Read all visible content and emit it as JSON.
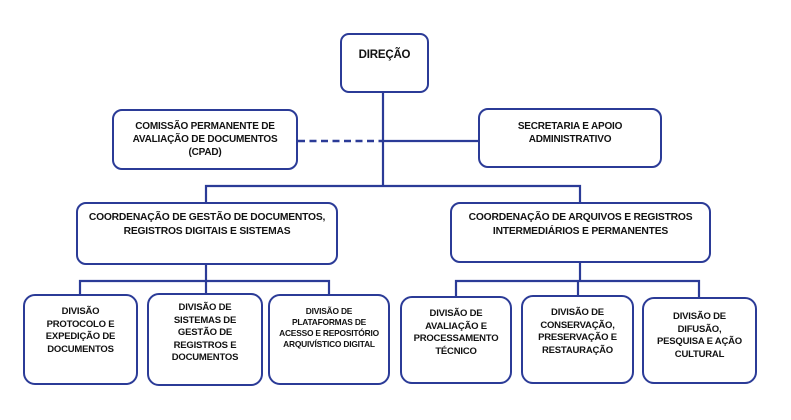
{
  "diagram": {
    "type": "org-chart",
    "description": "Organograma de arquivo: Direção e unidades subordinadas"
  },
  "colors": {
    "accent": "#2b3b97",
    "text": "#121212",
    "background": "#ffffff"
  },
  "nodes": {
    "direcao": {
      "label": "DIREÇÃO",
      "lines": [
        "DIREÇÃO"
      ]
    },
    "cpad": {
      "label": "COMISSÃO PERMANENTE DE AVALIAÇÃO DE DOCUMENTOS (CPAD)",
      "lines": [
        "COMISSÃO PERMANENTE DE",
        "AVALIAÇÃO DE DOCUMENTOS",
        "(CPAD)"
      ]
    },
    "secretaria": {
      "label": "SECRETARIA E APOIO ADMINISTRATIVO",
      "lines": [
        "SECRETARIA E APOIO",
        "ADMINISTRATIVO"
      ]
    },
    "coord_gestao": {
      "label": "COORDENAÇÃO DE GESTÃO DE DOCUMENTOS, REGISTROS DIGITAIS E SISTEMAS",
      "lines": [
        "COORDENAÇÃO DE GESTÃO DE DOCUMENTOS,",
        "REGISTROS DIGITAIS E SISTEMAS"
      ]
    },
    "coord_arquivos": {
      "label": "COORDENAÇÃO DE ARQUIVOS E REGISTROS INTERMEDIÁRIOS E PERMANENTES",
      "lines": [
        "COORDENAÇÃO DE ARQUIVOS E REGISTROS",
        "INTERMEDIÁRIOS E PERMANENTES"
      ]
    },
    "div_protocolo": {
      "label": "DIVISÃO PROTOCOLO E EXPEDIÇÃO DE DOCUMENTOS",
      "lines": [
        "DIVISÃO",
        "PROTOCOLO E",
        "EXPEDIÇÃO DE",
        "DOCUMENTOS"
      ]
    },
    "div_sistemas": {
      "label": "DIVISÃO DE SISTEMAS DE GESTÃO DE REGISTROS E DOCUMENTOS",
      "lines": [
        "DIVISÃO DE",
        "SISTEMAS DE",
        "GESTÃO DE",
        "REGISTROS E",
        "DOCUMENTOS"
      ]
    },
    "div_plataformas": {
      "label": "DIVISÃO DE PLATAFORMAS DE ACESSO E REPOSITÓRIO ARQUIVÍSTICO DIGITAL",
      "lines": [
        "DIVISÃO DE",
        "PLATAFORMAS DE",
        "ACESSO E REPOSITÓRIO",
        "ARQUIVÍSTICO DIGITAL"
      ]
    },
    "div_avaliacao": {
      "label": "DIVISÃO DE AVALIAÇÃO E PROCESSAMENTO TÉCNICO",
      "lines": [
        "DIVISÃO DE",
        "AVALIAÇÃO E",
        "PROCESSAMENTO",
        "TÉCNICO"
      ]
    },
    "div_conservacao": {
      "label": "DIVISÃO DE CONSERVAÇÃO, PRESERVAÇÃO E RESTAURAÇÃO",
      "lines": [
        "DIVISÃO DE",
        "CONSERVAÇÃO,",
        "PRESERVAÇÃO E",
        "RESTAURAÇÃO"
      ]
    },
    "div_difusao": {
      "label": "DIVISÃO DE DIFUSÃO, PESQUISA E AÇÃO CULTURAL",
      "lines": [
        "DIVISÃO DE",
        "DIFUSÃO,",
        "PESQUISA E AÇÃO",
        "CULTURAL"
      ]
    }
  },
  "edges": [
    {
      "from": "direcao",
      "to": "cpad",
      "style": "dashed"
    },
    {
      "from": "direcao",
      "to": "secretaria",
      "style": "solid"
    },
    {
      "from": "direcao",
      "to": "coord_gestao",
      "style": "solid"
    },
    {
      "from": "direcao",
      "to": "coord_arquivos",
      "style": "solid"
    },
    {
      "from": "coord_gestao",
      "to": "div_protocolo",
      "style": "solid"
    },
    {
      "from": "coord_gestao",
      "to": "div_sistemas",
      "style": "solid"
    },
    {
      "from": "coord_gestao",
      "to": "div_plataformas",
      "style": "solid"
    },
    {
      "from": "coord_arquivos",
      "to": "div_avaliacao",
      "style": "solid"
    },
    {
      "from": "coord_arquivos",
      "to": "div_conservacao",
      "style": "solid"
    },
    {
      "from": "coord_arquivos",
      "to": "div_difusao",
      "style": "solid"
    }
  ]
}
